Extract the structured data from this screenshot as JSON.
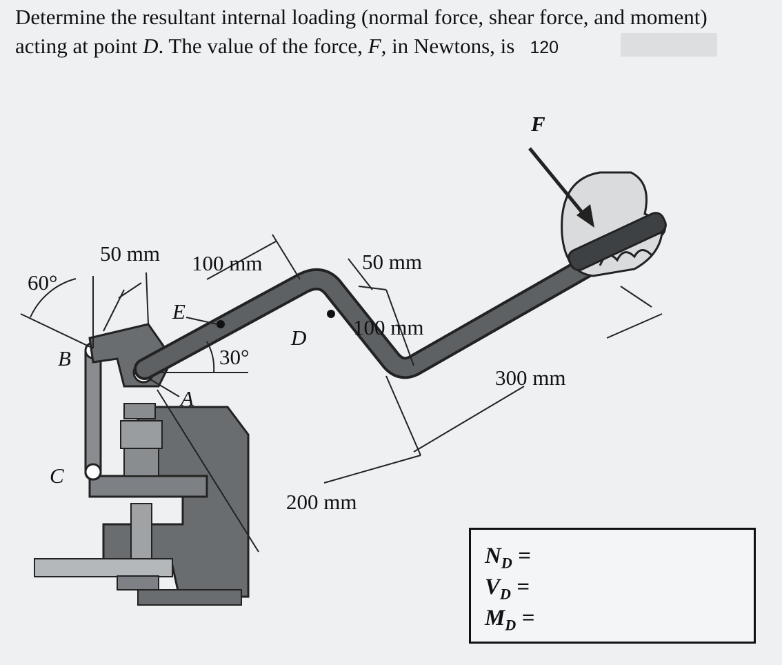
{
  "problem": {
    "line1": "Determine the resultant internal loading (normal force, shear force, and moment)",
    "line2_pre": "acting at point ",
    "line2_point": "D",
    "line2_mid": ". The value of the force, ",
    "line2_force": "F",
    "line2_post": ", in Newtons, is",
    "force_value": "120"
  },
  "figure": {
    "labels": {
      "angle_60": "60°",
      "dim_50_top": "50 mm",
      "dim_100_top": "100 mm",
      "dim_50_right": "50 mm",
      "dim_100_mid": "100 mm",
      "dim_300": "300 mm",
      "dim_200": "200 mm",
      "angle_30": "30°",
      "point_B": "B",
      "point_C": "C",
      "point_E": "E",
      "point_A": "A",
      "point_D": "D",
      "force_F": "F"
    }
  },
  "answers": {
    "N": {
      "sym": "N",
      "sub": "D",
      "eq": " ="
    },
    "V": {
      "sym": "V",
      "sub": "D",
      "eq": " ="
    },
    "M": {
      "sym": "M",
      "sub": "D",
      "eq": " ="
    }
  }
}
